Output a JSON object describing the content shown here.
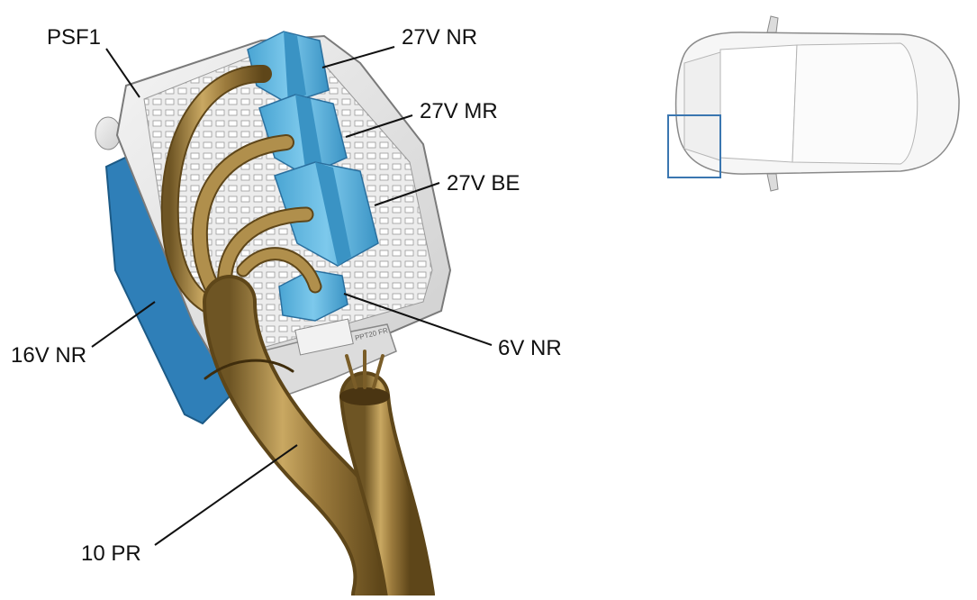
{
  "callouts": {
    "psf1": "PSF1",
    "c27v_nr": "27V NR",
    "c27v_mr": "27V MR",
    "c27v_be": "27V BE",
    "c16v_nr": "16V NR",
    "c6v_nr": "6V NR",
    "c10_pr": "10 PR"
  },
  "box_marking": "PPT20 FR",
  "colors": {
    "connector_blue": "#5fb6dd",
    "housing_blue": "#2f7fb8",
    "harness_brown": "#9b7a3c",
    "fusebox_grey": "#e7e7e7",
    "locator_frame": "#3a76b0"
  }
}
